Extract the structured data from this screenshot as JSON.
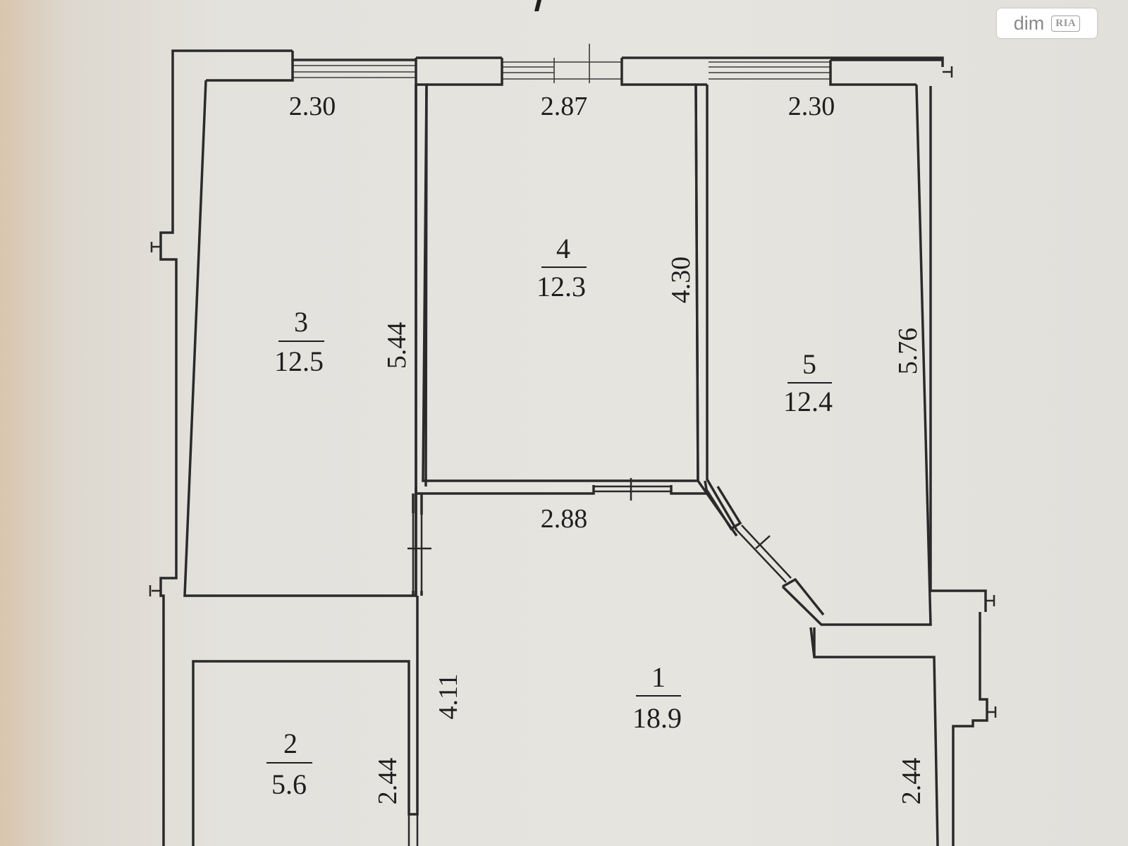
{
  "title_fragment": "",
  "watermark": {
    "brand": "dim",
    "sub": "RIA"
  },
  "dimensions": {
    "top_left": "2.30",
    "top_mid": "2.87",
    "top_right": "2.30",
    "room3_side": "5.44",
    "room4_side": "4.30",
    "room5_side": "5.76",
    "room4_bottom": "2.88",
    "corridor_side": "4.11",
    "room2_side": "2.44",
    "room1_right": "2.44"
  },
  "rooms": [
    {
      "id": "1",
      "number": "1",
      "area": "18.9"
    },
    {
      "id": "2",
      "number": "2",
      "area": "5.6"
    },
    {
      "id": "3",
      "number": "3",
      "area": "12.5"
    },
    {
      "id": "4",
      "number": "4",
      "area": "12.3"
    },
    {
      "id": "5",
      "number": "5",
      "area": "12.4"
    }
  ]
}
